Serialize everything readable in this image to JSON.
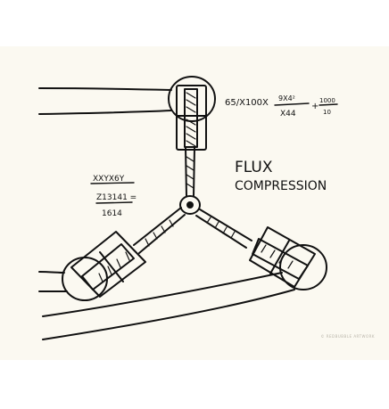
{
  "title": {
    "line1": "FLUX",
    "line2": "COMPRESSION"
  },
  "equation_top": {
    "left": "65/X100X",
    "numerator": "9X4²",
    "denominator": "X44",
    "plus": "+",
    "frac_numerator": "1000",
    "frac_denominator": "10"
  },
  "equation_left": {
    "numerator": "XXYX6Y",
    "middle": "Z13141 =",
    "denominator": "1614"
  },
  "credit": "© REDBUBBLE ARTWORK",
  "colors": {
    "ink": "#111111",
    "paper": "#fbf9f1",
    "background": "#ffffff"
  }
}
